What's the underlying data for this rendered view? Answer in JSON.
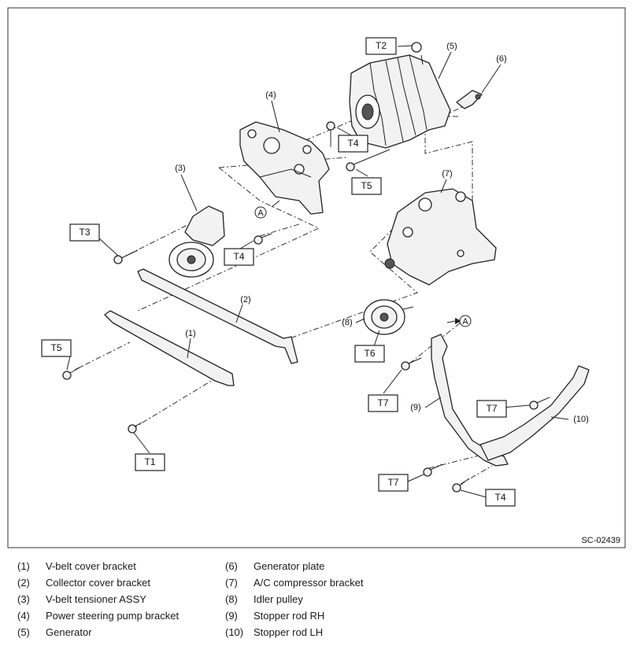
{
  "figure_id": "SC-02439",
  "torque_labels": [
    {
      "id": "t2-top",
      "text": "T2"
    },
    {
      "id": "t4-mid",
      "text": "T4"
    },
    {
      "id": "t5-mid",
      "text": "T5"
    },
    {
      "id": "t3-left",
      "text": "T3"
    },
    {
      "id": "t4-left",
      "text": "T4"
    },
    {
      "id": "t6",
      "text": "T6"
    },
    {
      "id": "t5-left",
      "text": "T5"
    },
    {
      "id": "t1",
      "text": "T1"
    },
    {
      "id": "t7-a",
      "text": "T7"
    },
    {
      "id": "t7-b",
      "text": "T7"
    },
    {
      "id": "t7-c",
      "text": "T7"
    },
    {
      "id": "t4-bottom",
      "text": "T4"
    }
  ],
  "part_callouts": [
    "(1)",
    "(2)",
    "(3)",
    "(4)",
    "(5)",
    "(6)",
    "(7)",
    "(8)",
    "(9)",
    "(10)"
  ],
  "reference_mark": "A",
  "legend": [
    {
      "num": "(1)",
      "text": "V-belt cover bracket"
    },
    {
      "num": "(2)",
      "text": "Collector cover bracket"
    },
    {
      "num": "(3)",
      "text": "V-belt tensioner ASSY"
    },
    {
      "num": "(4)",
      "text": "Power steering pump bracket"
    },
    {
      "num": "(5)",
      "text": "Generator"
    },
    {
      "num": "(6)",
      "text": "Generator plate"
    },
    {
      "num": "(7)",
      "text": "A/C compressor bracket"
    },
    {
      "num": "(8)",
      "text": "Idler pulley"
    },
    {
      "num": "(9)",
      "text": "Stopper rod RH"
    },
    {
      "num": "(10)",
      "text": "Stopper rod LH"
    }
  ]
}
